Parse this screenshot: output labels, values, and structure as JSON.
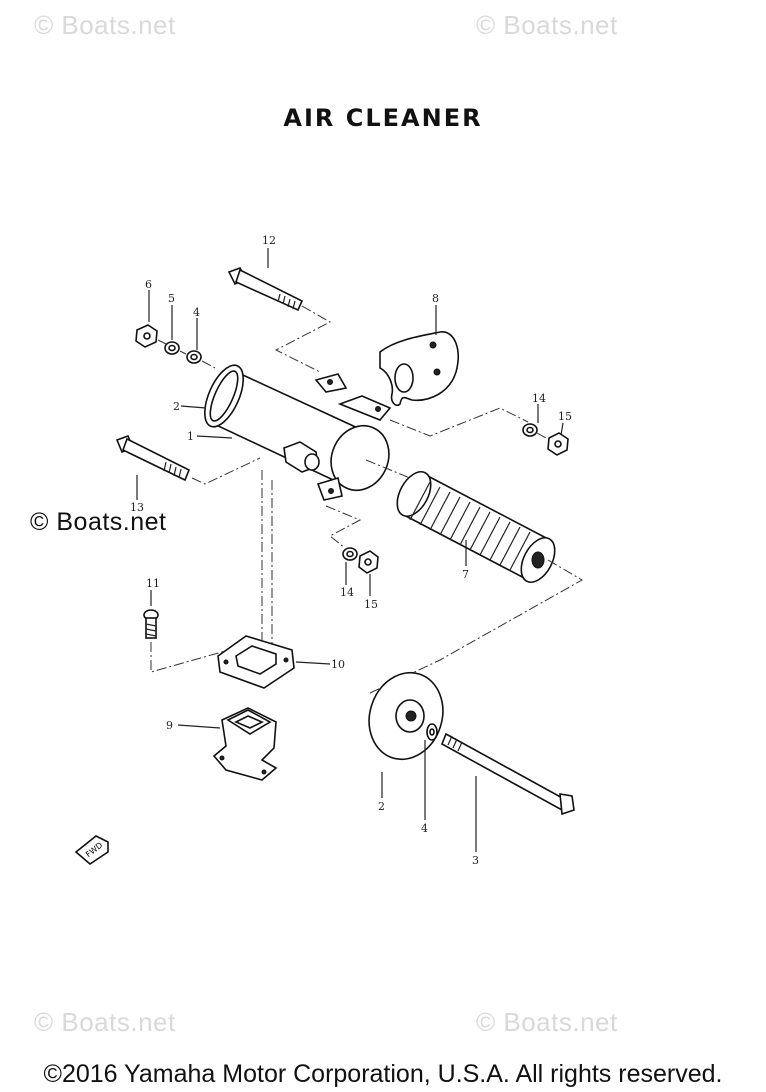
{
  "title": "AIR CLEANER",
  "watermark": "© Boats.net",
  "copyright": "©2016 Yamaha Motor Corporation, U.S.A. All rights reserved.",
  "fwd_label": "FWD",
  "callouts": {
    "c1": "1",
    "c2a": "2",
    "c2b": "2",
    "c3": "3",
    "c4a": "4",
    "c4b": "4",
    "c5": "5",
    "c6": "6",
    "c7": "7",
    "c8": "8",
    "c9": "9",
    "c10": "10",
    "c11": "11",
    "c12": "12",
    "c13": "13",
    "c14a": "14",
    "c14b": "14",
    "c15a": "15",
    "c15b": "15"
  }
}
